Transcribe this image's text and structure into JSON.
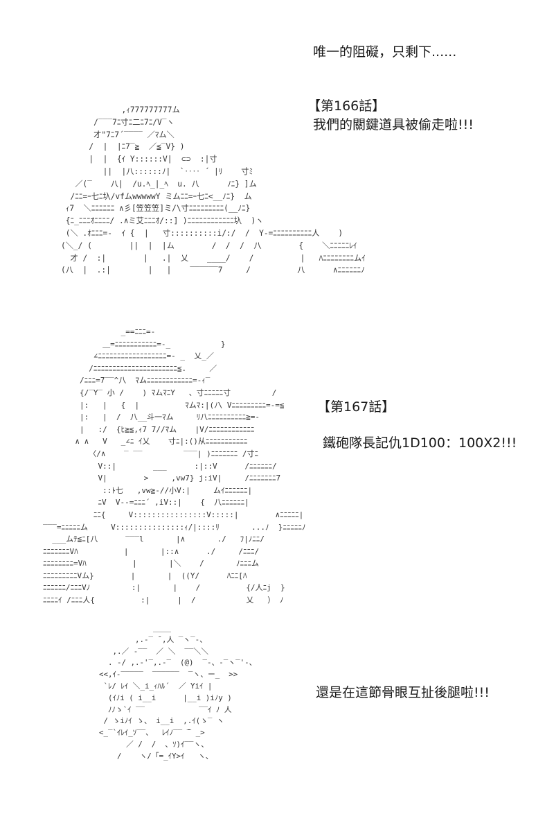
{
  "captions": {
    "intro": "唯一的阻礙，只剩下......",
    "chapter166": "【第166話】",
    "line166": "我們的關鍵道具被偷走啦!!!",
    "chapter167": "【第167話】",
    "line167": "鐵砲隊長記仇1D100：100X2!!!",
    "closing": "還是在這節骨眼互扯後腿啦!!!"
  },
  "ascii_art": {
    "figure1": "             ,ｨ777777777ム\n       /‾‾‾7ﾆ寸ﾆ二ﾆ7ﾆ/V‾ヽ\n       才\"7ﾆ7´‾‾‾‾ ／ﾏム＼\n      /  |  |ﾆ7‾≧  ／≦‾V} )\n      |  |  {ｲ Y::::::V|  ⊂⊃  :|寸\n         ||  |八::::::ﾉ|  `‥‥ ´ |ﾘ    寸ﾐ\n   ／(‾    八|  /u.ﾍ_|_ﾍ  u. 八      ﾉﾆ} ]ム\n  /ﾆﾆ=ｰ七ﾆ圦/vfムwwwwwY ミムﾆﾆ=ｰ七ﾆ<__ﾉﾆ}  ム\n ｨ7  ＼ﾆﾆﾆﾆﾆﾆ ∧彡[笠笠笠]ミ/\\寸ﾆﾆﾆﾆﾆﾆﾆﾆﾆ(__ﾉﾆ}\n {ﾆ_ﾆﾆﾆｵﾆﾆﾆﾆ/ .∧ミ艾ﾆﾆﾆｵ/::] )ﾆﾆﾆﾆﾆﾆﾆﾆﾆﾆﾆﾆ圦  )ヽ\n (＼ .ｵﾆﾆﾆ=-  ｲ {  |   寸::::::::::i/:/  /  Y-=ﾆﾆﾆﾆﾆﾆﾆﾆﾆﾆ人    )\n(＼_/ (        ||  |  |ム        /  /  /  八        {    ＼ﾆﾆﾆﾆﾆﾚｲ\n  才 /  :|        |   .|  乂    ____/    /          |   ﾊﾆﾆﾆﾆﾆﾆﾆﾆムｲ\n(八  |  .:|        |   |    ‾‾‾‾‾‾7     /          八      ∧ﾆﾆﾆﾆﾆﾆﾉ",
    "figure2": "                 _==ﾆﾆﾆ=-\n             ＿=ﾆﾆﾆﾆﾆﾆﾆﾆﾆﾆﾆ=-_           }\n           ∠ﾆﾆﾆﾆﾆﾆﾆﾆﾆﾆﾆﾆﾆﾆﾆﾆﾆﾆ=- _  乂_／\n          /ﾆﾆﾆﾆﾆﾆﾆﾆﾆﾆﾆﾆﾆﾆﾆﾆﾆﾆﾆﾆﾆﾆ≦.     ／\n        /ﾆﾆﾆ=7‾‾^八  ﾏムﾆﾆﾆﾆﾆﾆﾆﾆﾆﾆﾆﾆ=-ｨ‾\n        {/‾Y‾ 小 /    ) ﾏムﾏﾆY   、寸ﾆﾆﾆﾆﾆ寸         /\n        |:   |   {  |          ﾏムﾏ:|(ﾉ\\ Vﾆﾆﾆﾆﾆﾆﾆﾆﾆ=-=≦\n        |:   |  /  八__斗一ﾏム     ﾘ八ﾆﾆﾆﾆﾆﾆﾆﾆﾆﾆ≧=-\n        |   :/  {ﾋ≧≦,ｨ7 7//ﾏム    |V/ﾆﾆﾆﾆﾆﾆﾆﾆﾆﾆﾆﾆ\n       ∧ ∧   V   _∠ﾆ ｲ乂    寸ﾆ|:()从ﾆﾆﾆﾆﾆﾆﾆﾆﾆﾆﾆ\n          〈/∧    ‾ ‾‾         ‾‾‾| )ﾆﾆﾆﾆﾆﾆﾆ /寸ﾆ\n            V::|        ___      :|::V      /ﾆﾆﾆﾆﾆﾆ/\n            V|        >     ,vw7} j:iV|     /ﾆﾆﾆﾆﾆﾆﾆ7\n             ::ﾄ七   ,vw≧-//小V:|     ムｲﾆﾆﾆﾆﾆﾆ|\n            ﾆV  V--=ﾆﾆﾆ´ ,iV::|    {  八ﾆﾆﾆﾆﾆﾆ|\n           ﾆﾆ{     V::::::::::::::::V:::::|        ∧ﾆﾆﾆﾆﾆ|\n‾‾‾=ﾆﾆﾆﾆﾆム     V:::::::::::::::ｨ/|::::ﾘ       ...ﾉ  }ﾆﾆﾆﾆﾆﾉ\n  ___ムﾃ≦ﾆ[八      ‾‾‾l       |∧       ./   ﾌ|ﾉﾆﾆ/\nﾆﾆﾆﾆﾆﾆﾆVﾊ          |       |::∧      ./     /ﾆﾆﾆ/\nﾆﾆﾆﾆﾆﾆﾆﾆ=Vﾊ          |       |＼    /       ﾉﾆﾆﾆム\nﾆﾆﾆﾆﾆﾆﾆﾆﾆVム}        |       |  ((Y/      ﾊﾆﾆ[ﾊ\nﾆﾆﾆﾆﾆﾆ/ﾆﾆﾆVﾉ         :|       |    /          {/人ﾆj  }\nﾆﾆﾆﾆｲ /ﾆﾆﾆ人{          :|      |  /           乂   ） ﾉ",
    "figure3": "              ____\n          ,.-‾ ̄ ,人 ‾ヽ‾-、\n     ,.／ -‾‾  ／ ＼  ‾‾＼＼\n    . -/ ,.-'‾,.-‾  (@)  ‾-、-‾ヽ‾'-、\n  <<,ｲ-‾‾‾‾‾  ‾‾‾‾‾‾  ‾ヽ、ー_  >>\n   `ﾚ/ ﾚｲ ＼_i_ｨﾊﾙ´  ／ Yiｲ |\n    (ｲﾉi ( i__i      |__i )iﾉy )\n    ﾉﾉゝ`ｲ ‾‾            ‾‾ｲ ﾉ 人\n   / ゝiﾉｲ ゝ、 i__i  ,.ｲ(ゝ‾ ヽ\n  <_‾`ｲﾚｲ_ｿ‾‾、  ﾚｲﾉ‾‾ ̄‾ _>\n        ／ /  /  、ｿ)ｲ‾‾ヽ、\n      /    ヽ/「=_ｲY>ｲ   ヽ、"
  }
}
